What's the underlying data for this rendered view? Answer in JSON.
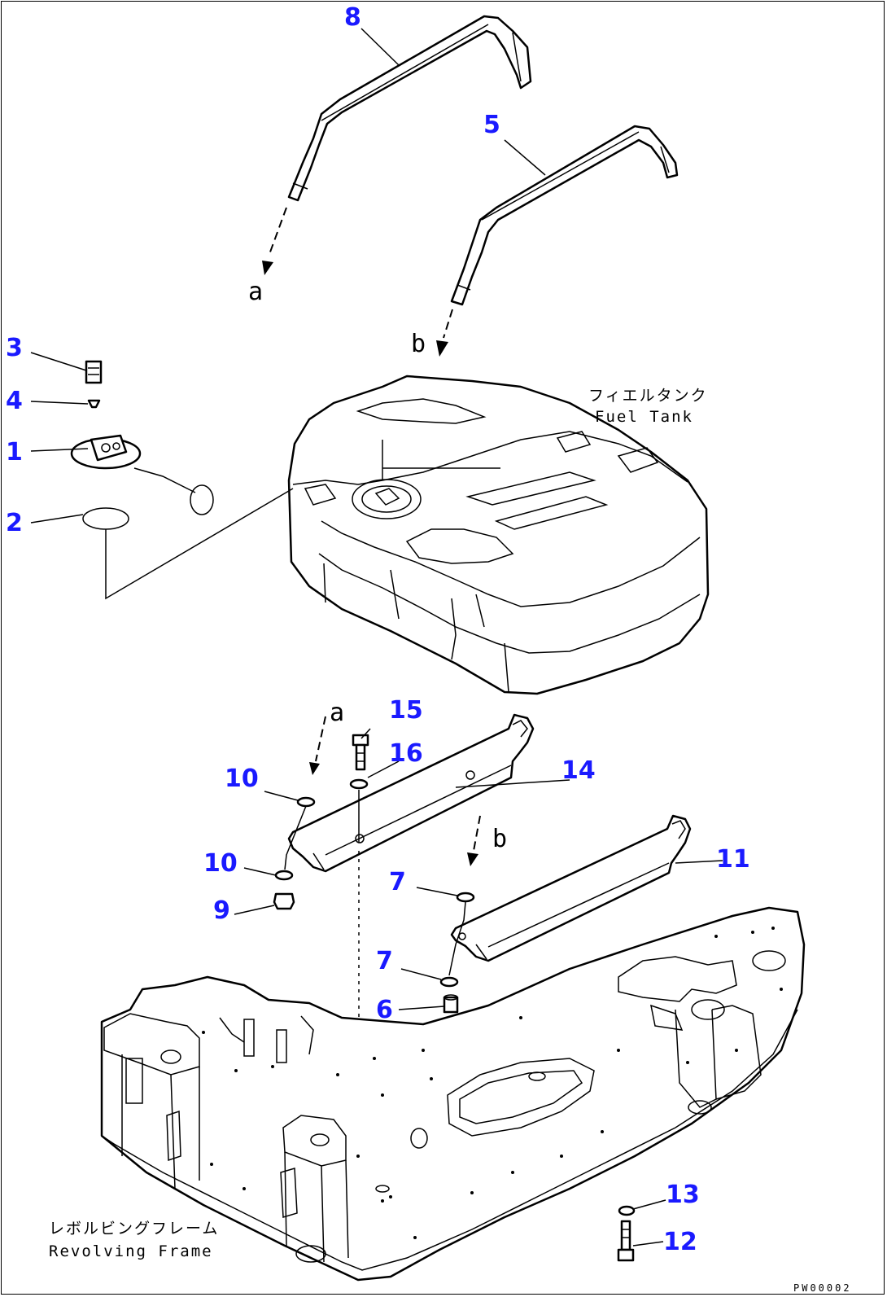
{
  "labels": {
    "fuel_tank_jp": "フィエルタンク",
    "fuel_tank_en": "Fuel Tank",
    "frame_jp": "レボルビングフレーム",
    "frame_en": "Revolving Frame",
    "drawing_code": "PW00002"
  },
  "ref_letters": {
    "a_top": "a",
    "b_top": "b",
    "a_mid": "a",
    "b_mid": "b"
  },
  "parts": {
    "p1": "1",
    "p2": "2",
    "p3": "3",
    "p4": "4",
    "p5": "5",
    "p6": "6",
    "p7a": "7",
    "p7b": "7",
    "p8": "8",
    "p9": "9",
    "p10a": "10",
    "p10b": "10",
    "p11": "11",
    "p12": "12",
    "p13": "13",
    "p14": "14",
    "p15": "15",
    "p16": "16"
  },
  "colors": {
    "callout": "#1a1aff",
    "line": "#000000"
  }
}
